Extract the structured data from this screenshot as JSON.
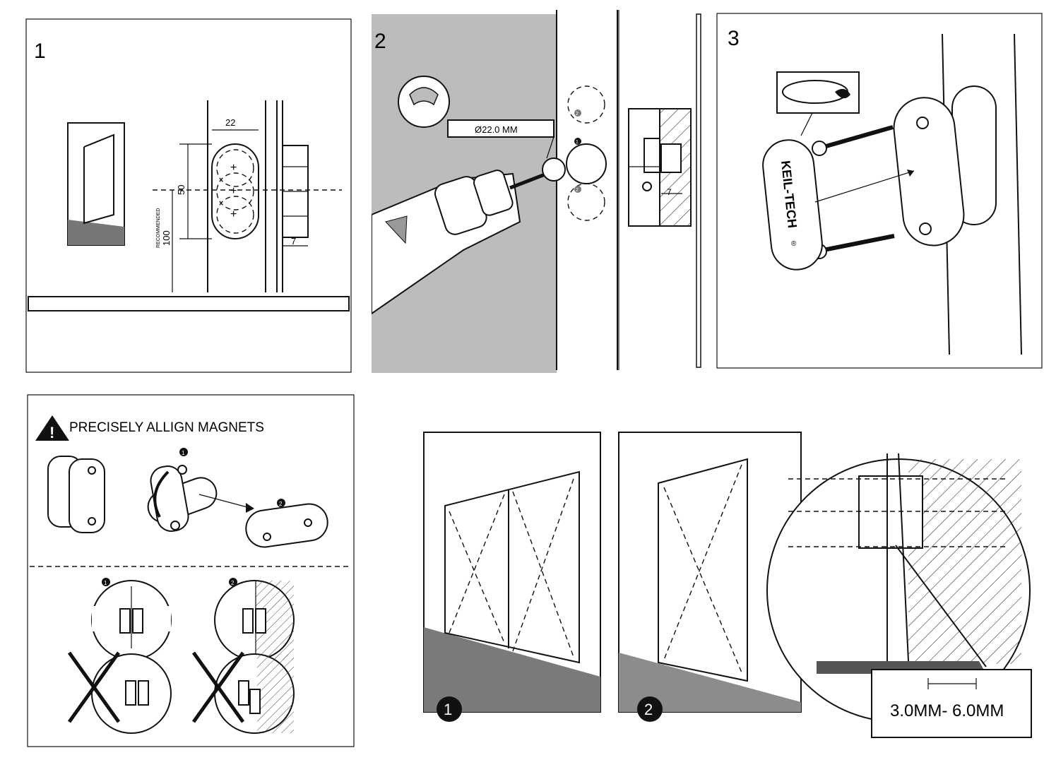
{
  "panels": {
    "step1": {
      "number": "1",
      "dim_width": "22",
      "dim_height": "50",
      "dim_offset": "7",
      "recommended_label": "RECOMMENDED",
      "recommended_value": "100"
    },
    "step2": {
      "number": "2",
      "drill_label": "Ø22.0 MM",
      "dim_offset": "7",
      "markers": [
        "1",
        "2",
        "2"
      ]
    },
    "step3": {
      "number": "3",
      "brand": "KEIL-TECH",
      "reg_mark": "®"
    },
    "align": {
      "warning_title": "PRECISELY ALLIGN MAGNETS",
      "markers": [
        "1",
        "2",
        "1",
        "2"
      ]
    },
    "gap": {
      "door_markers": [
        "1",
        "2"
      ],
      "gap_label": "3.0MM- 6.0MM"
    }
  },
  "colors": {
    "line": "#111111",
    "drill_background": "#bcbcbc",
    "floor_dark": "#7a7a7a",
    "floor_light": "#8c8c8c"
  }
}
